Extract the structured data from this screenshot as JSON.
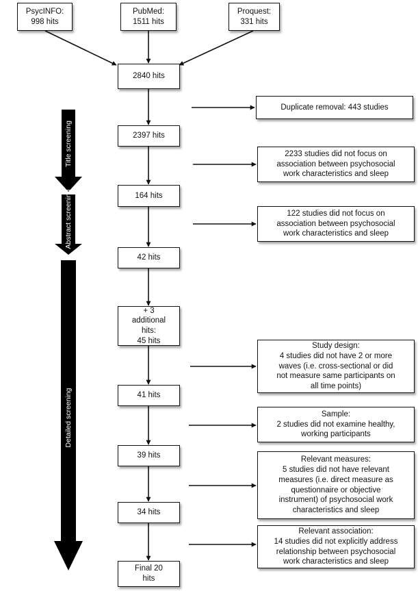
{
  "sources": [
    {
      "name": "PsycINFO:",
      "hits": "998 hits"
    },
    {
      "name": "PubMed:",
      "hits": "1511 hits"
    },
    {
      "name": "Proquest:",
      "hits": "331 hits"
    }
  ],
  "main_boxes": [
    "2840 hits",
    "2397 hits",
    "164 hits",
    "42 hits",
    "+ 3\nadditional\nhits:\n45 hits",
    "41 hits",
    "39 hits",
    "34 hits",
    "Final 20\nhits"
  ],
  "exclusions": [
    {
      "title": "",
      "text": "Duplicate removal: 443 studies"
    },
    {
      "title": "",
      "text": "2233 studies did not focus on\nassociation between psychosocial\nwork characteristics and sleep"
    },
    {
      "title": "",
      "text": "122 studies did not focus on\nassociation between psychosocial\nwork characteristics and sleep"
    },
    {
      "title": "Study design:",
      "text": "4 studies did not have 2 or more\nwaves (i.e. cross-sectional or did\nnot measure same participants on\nall time points)"
    },
    {
      "title": "Sample:",
      "text": "2 studies did not examine healthy,\nworking participants"
    },
    {
      "title": "Relevant measures:",
      "text": "5 studies did not have relevant\nmeasures (i.e. direct measure as\nquestionnaire or objective\ninstrument) of psychosocial work\ncharacteristics and sleep"
    },
    {
      "title": "Relevant association:",
      "text": "14 studies did not explicitly address\nrelationship between psychosocial\nwork characteristics and sleep"
    }
  ],
  "phases": [
    "Title screening",
    "Abstract screening",
    "Detailed screening"
  ],
  "colors": {
    "line": "#111111",
    "phase_arrow": "#000000",
    "text": "#111111"
  }
}
